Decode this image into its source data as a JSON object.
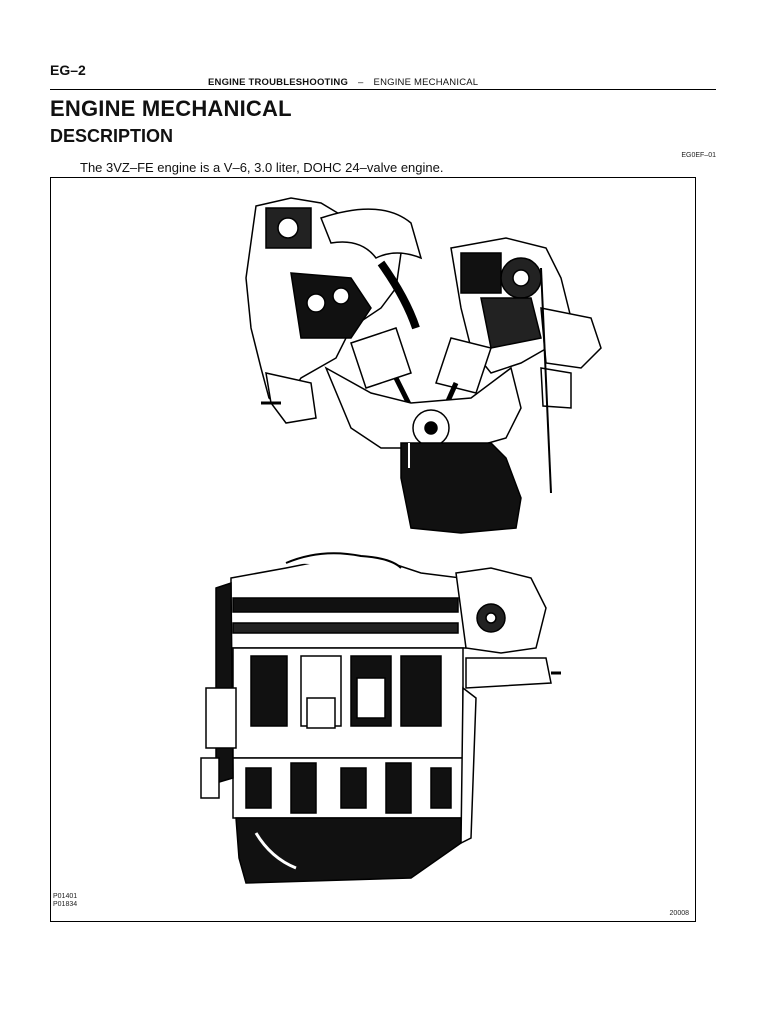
{
  "header": {
    "page_code": "EG–2",
    "section": "ENGINE TROUBLESHOOTING",
    "separator": "–",
    "subsection": "ENGINE MECHANICAL"
  },
  "title": "ENGINE MECHANICAL",
  "subtitle": "DESCRIPTION",
  "code_ref": "EG0EF–01",
  "intro_text": "The 3VZ–FE engine is a V–6, 3.0 liter, DOHC 24–valve engine.",
  "figure": {
    "ref_line_1": "P01401",
    "ref_line_2": "P01834",
    "figure_number": "20008"
  }
}
